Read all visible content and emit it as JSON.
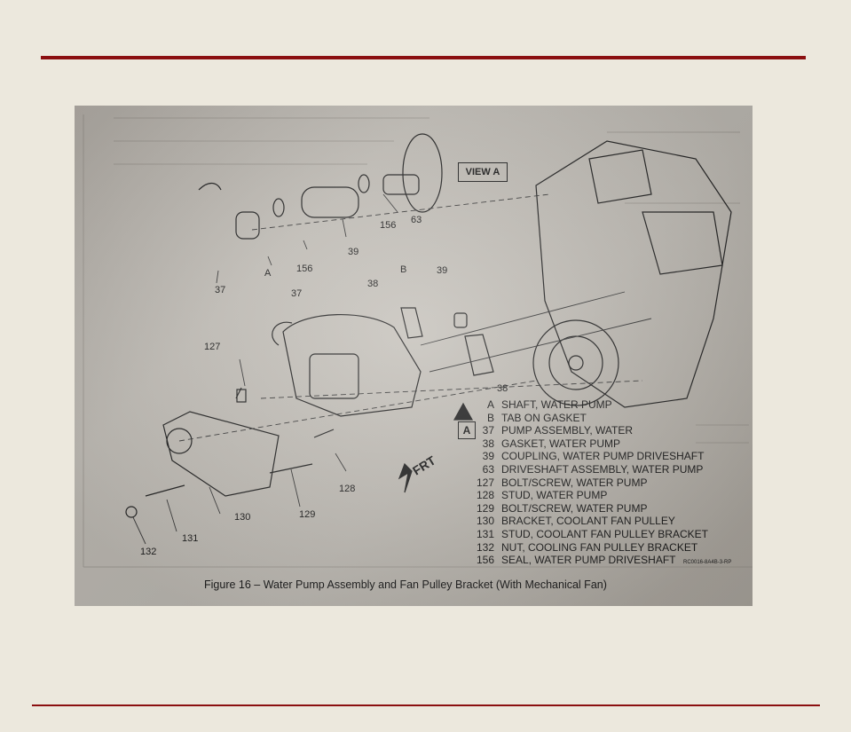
{
  "slide": {
    "accent_color": "#8b0f10",
    "background_color": "#ece8dd"
  },
  "figure": {
    "caption": "Figure 16 – Water Pump Assembly and Fan Pulley Bracket (With Mechanical Fan)",
    "view_label": "VIEW A",
    "view_marker": "A",
    "direction_label": "FRT",
    "reference_code": "RC0016-8A4B-3-RP",
    "callouts": {
      "a": "A",
      "b": "B",
      "c37a": "37",
      "c37b": "37",
      "c156a": "156",
      "c156b": "156",
      "c39a": "39",
      "c39b": "39",
      "c63": "63",
      "c38a": "38",
      "c38b": "38",
      "c127": "127",
      "c128": "128",
      "c129": "129",
      "c130": "130",
      "c131": "131",
      "c132": "132"
    },
    "legend": [
      {
        "key": "A",
        "label": "SHAFT, WATER PUMP"
      },
      {
        "key": "B",
        "label": "TAB ON GASKET"
      },
      {
        "key": "37",
        "label": "PUMP ASSEMBLY, WATER"
      },
      {
        "key": "38",
        "label": "GASKET, WATER PUMP"
      },
      {
        "key": "39",
        "label": "COUPLING, WATER PUMP DRIVESHAFT"
      },
      {
        "key": "63",
        "label": "DRIVESHAFT ASSEMBLY, WATER PUMP"
      },
      {
        "key": "127",
        "label": "BOLT/SCREW, WATER PUMP"
      },
      {
        "key": "128",
        "label": "STUD, WATER PUMP"
      },
      {
        "key": "129",
        "label": "BOLT/SCREW, WATER PUMP"
      },
      {
        "key": "130",
        "label": "BRACKET, COOLANT FAN PULLEY"
      },
      {
        "key": "131",
        "label": "STUD, COOLANT FAN PULLEY BRACKET"
      },
      {
        "key": "132",
        "label": "NUT, COOLING FAN PULLEY BRACKET"
      },
      {
        "key": "156",
        "label": "SEAL, WATER PUMP DRIVESHAFT"
      }
    ]
  }
}
